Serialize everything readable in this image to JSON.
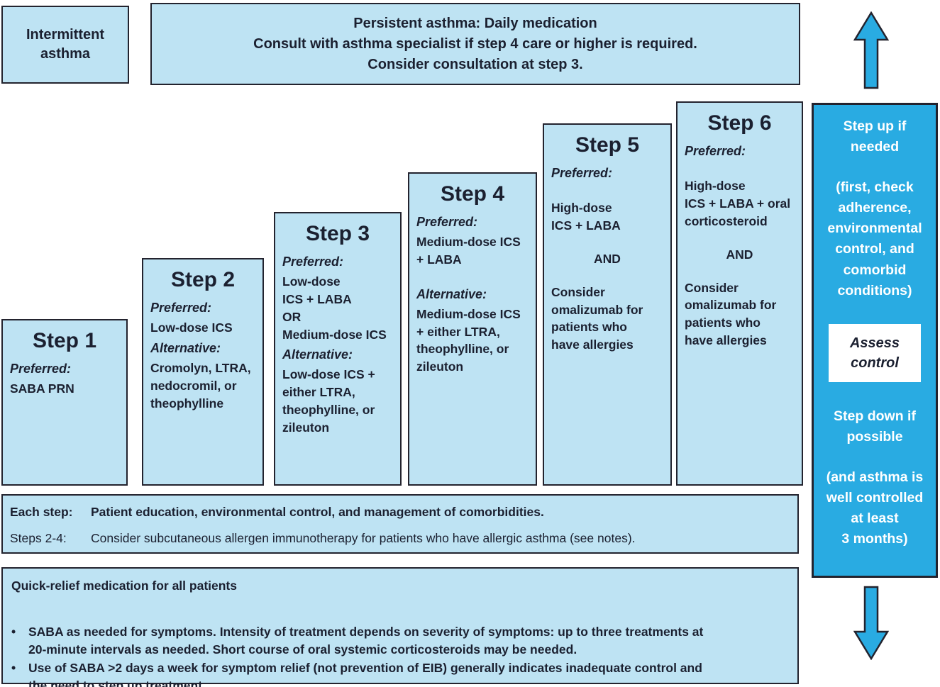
{
  "colors": {
    "box_fill": "#bee3f3",
    "panel_fill": "#29abe2",
    "border": "#23232e",
    "text": "#1b2030",
    "panel_text": "#ffffff"
  },
  "icons": {
    "up": "step-up-arrow",
    "down": "step-down-arrow"
  },
  "header": {
    "intermittent": "Intermittent\nasthma",
    "persistent": "Persistent asthma: Daily medication\nConsult with asthma specialist if step 4 care or higher is required.\nConsider consultation at step 3."
  },
  "steps": [
    {
      "title": "Step 1",
      "preferred_label": "Preferred:",
      "preferred": "SABA PRN"
    },
    {
      "title": "Step 2",
      "preferred_label": "Preferred:",
      "preferred": "Low-dose ICS",
      "alternative_label": "Alternative:",
      "alternative": "Cromolyn, LTRA,\nnedocromil, or\ntheophylline"
    },
    {
      "title": "Step 3",
      "preferred_label": "Preferred:",
      "preferred": "Low-dose\nICS + LABA\nOR\nMedium-dose ICS",
      "alternative_label": "Alternative:",
      "alternative": "Low-dose ICS +\neither LTRA,\ntheophylline, or\nzileuton"
    },
    {
      "title": "Step 4",
      "preferred_label": "Preferred:",
      "preferred": "Medium-dose ICS\n+ LABA",
      "alternative_label": "Alternative:",
      "alternative": "Medium-dose ICS\n+ either LTRA,\ntheophylline, or\nzileuton"
    },
    {
      "title": "Step 5",
      "preferred_label": "Preferred:",
      "preferred": "High-dose\nICS + LABA",
      "conjunction": "AND",
      "consider": "Consider\nomalizumab for\npatients who\nhave allergies"
    },
    {
      "title": "Step 6",
      "preferred_label": "Preferred:",
      "preferred": "High-dose\nICS + LABA + oral\ncorticosteroid",
      "conjunction": "AND",
      "consider": "Consider\nomalizumab for\npatients who\nhave allergies"
    }
  ],
  "side_panel": {
    "step_up": "Step up if\nneeded",
    "step_up_note": "(first, check\nadherence,\nenvironmental\ncontrol, and\ncomorbid\nconditions)",
    "assess": "Assess\ncontrol",
    "step_down": "Step down if\npossible",
    "step_down_note": "(and asthma is\nwell controlled\nat least\n3 months)"
  },
  "notes": {
    "each_step_label": "Each step:",
    "each_step_text": "Patient education, environmental control, and management of comorbidities.",
    "steps24_label": "Steps 2-4:",
    "steps24_text": "Consider subcutaneous allergen immunotherapy for patients who have allergic asthma (see notes)."
  },
  "quick_relief": {
    "title": "Quick-relief medication for all patients",
    "bullet_marker": "•",
    "bullets": [
      "SABA as needed for symptoms. Intensity of treatment depends on severity of symptoms: up to three treatments at\n20-minute intervals as needed. Short course of oral systemic corticosteroids may be needed.",
      "Use of SABA >2 days a week for symptom relief (not prevention of EIB) generally indicates inadequate control and\nthe need to step up treatment."
    ]
  }
}
